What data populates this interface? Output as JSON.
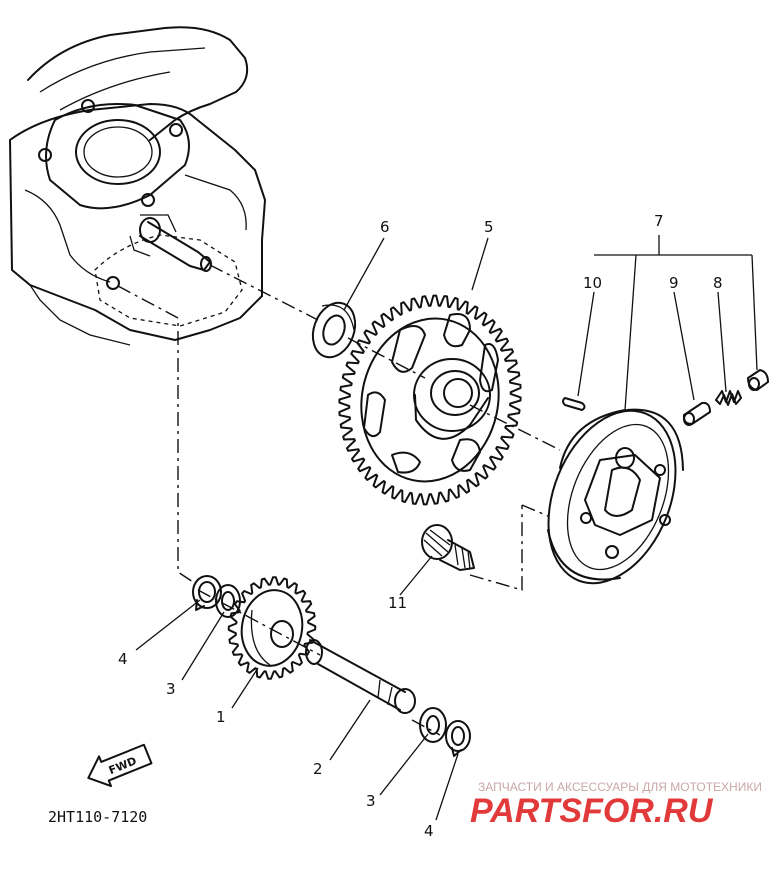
{
  "drawing_code": "2HT110-7120",
  "fwd_label": "FWD",
  "watermark": {
    "tagline": "ЗАПЧАСТИ И АКСЕССУАРЫ ДЛЯ МОТОТЕХНИКИ",
    "brand": "PARTSFOR.RU"
  },
  "callouts": {
    "c1": "1",
    "c2": "2",
    "c3a": "3",
    "c3b": "3",
    "c4a": "4",
    "c4b": "4",
    "c5": "5",
    "c6": "6",
    "c7": "7",
    "c8": "8",
    "c9": "9",
    "c10": "10",
    "c11": "11"
  }
}
